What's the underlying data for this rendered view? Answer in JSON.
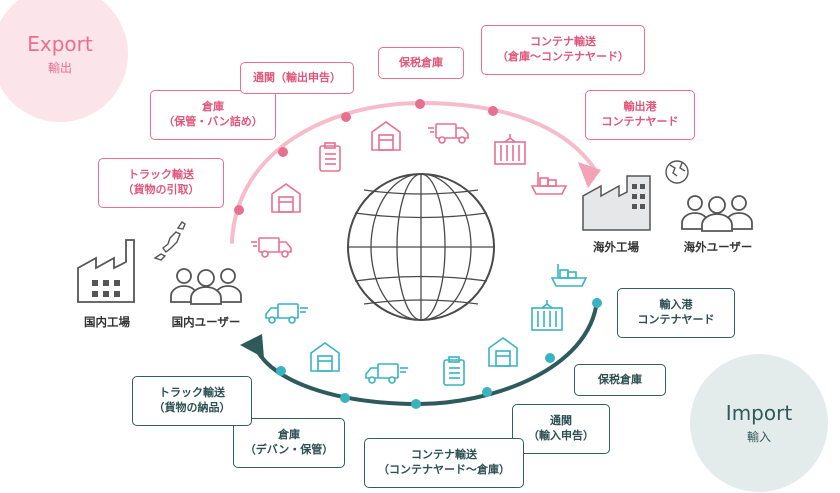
{
  "export_badge": {
    "title": "Export",
    "subtitle": "輸出",
    "color": "#e8708f"
  },
  "import_badge": {
    "title": "Import",
    "subtitle": "輸入",
    "color": "#2f5a5c"
  },
  "export_steps": [
    {
      "line1": "トラック輸送",
      "line2": "（貨物の引取）"
    },
    {
      "line1": "倉庫",
      "line2": "（保管・バン詰め）"
    },
    {
      "line1": "通関（輸出申告）",
      "line2": ""
    },
    {
      "line1": "保税倉庫",
      "line2": ""
    },
    {
      "line1": "コンテナ輸送",
      "line2": "（倉庫〜コンテナヤード）"
    },
    {
      "line1": "輸出港",
      "line2": "コンテナヤード"
    }
  ],
  "import_steps": [
    {
      "line1": "輸入港",
      "line2": "コンテナヤード"
    },
    {
      "line1": "保税倉庫",
      "line2": ""
    },
    {
      "line1": "通関",
      "line2": "（輸入申告）"
    },
    {
      "line1": "コンテナ輸送",
      "line2": "（コンテナヤード〜倉庫）"
    },
    {
      "line1": "倉庫",
      "line2": "（デバン・保管）"
    },
    {
      "line1": "トラック輸送",
      "line2": "（貨物の納品）"
    }
  ],
  "facilities": {
    "domestic_factory": "国内工場",
    "domestic_users": "国内ユーザー",
    "overseas_factory": "海外工場",
    "overseas_users": "海外ユーザー"
  },
  "colors": {
    "export": "#e8708f",
    "import": "#2f5a5c",
    "import_dot": "#39b3c2",
    "icon_gray": "#888888"
  }
}
